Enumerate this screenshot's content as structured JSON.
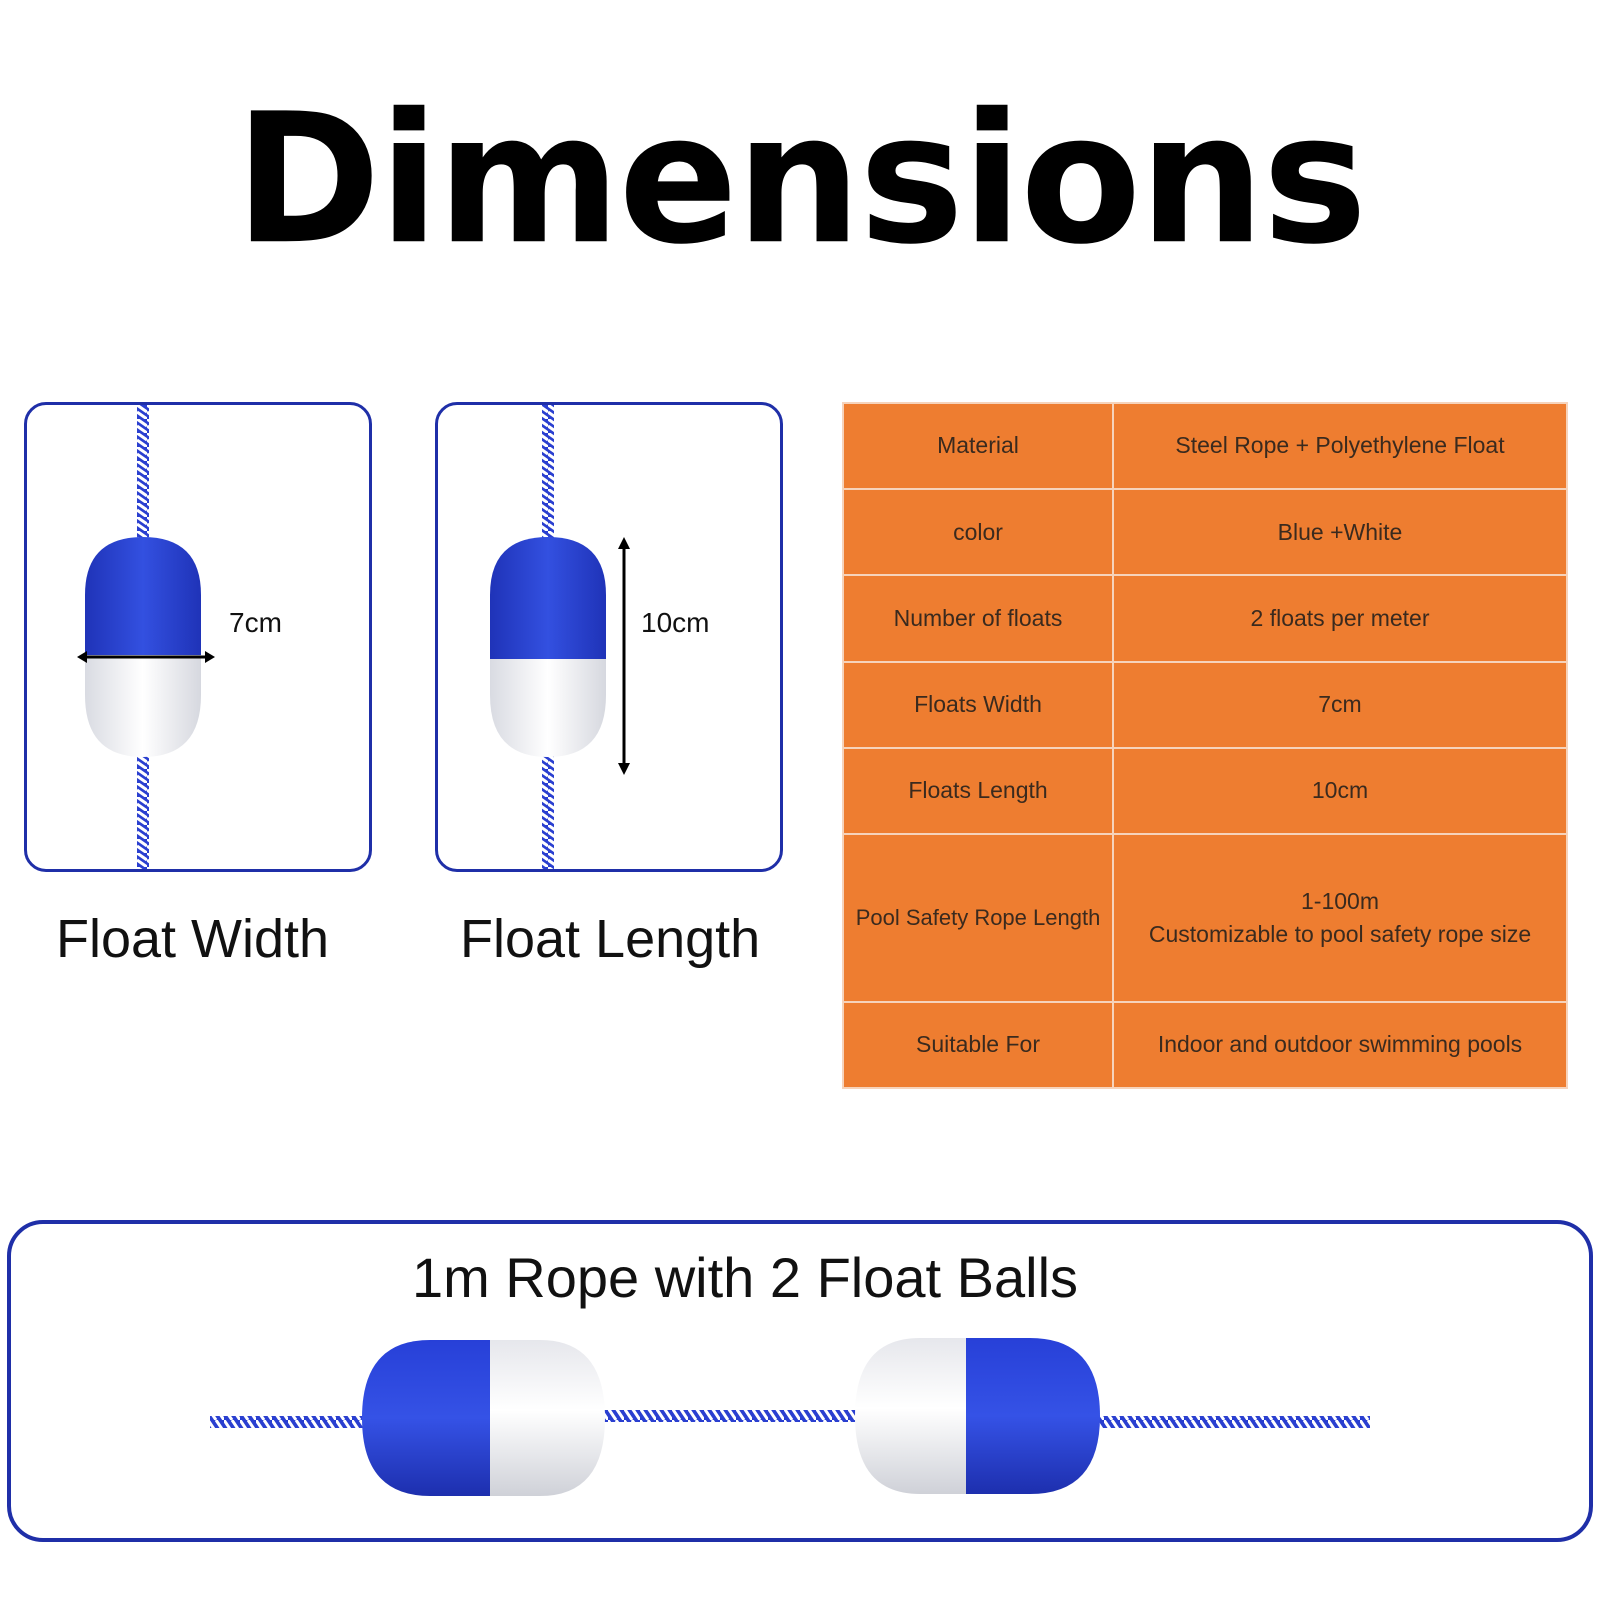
{
  "title": "Dimensions",
  "cards": [
    {
      "caption": "Float Width",
      "dimension_label": "7cm"
    },
    {
      "caption": "Float Length",
      "dimension_label": "10cm"
    }
  ],
  "spec_table": {
    "rows": [
      {
        "key": "Material",
        "value": "Steel Rope + Polyethylene Float"
      },
      {
        "key": "color",
        "value": "Blue +White"
      },
      {
        "key": "Number of floats",
        "value": "2 floats per meter"
      },
      {
        "key": "Floats Width",
        "value": "7cm"
      },
      {
        "key": "Floats Length",
        "value": "10cm"
      },
      {
        "key": "Pool Safety Rope Length",
        "value": "1-100m",
        "value_line2": "Customizable to pool safety rope size"
      },
      {
        "key": "Suitable For",
        "value": "Indoor and outdoor swimming pools"
      }
    ]
  },
  "bottom": {
    "title": "1m Rope with 2 Float Balls"
  },
  "colors": {
    "table_bg": "#ee7d30",
    "frame_blue": "#1f2fa8",
    "float_blue": "#2a3fd0",
    "float_white": "#f2f2f5"
  }
}
